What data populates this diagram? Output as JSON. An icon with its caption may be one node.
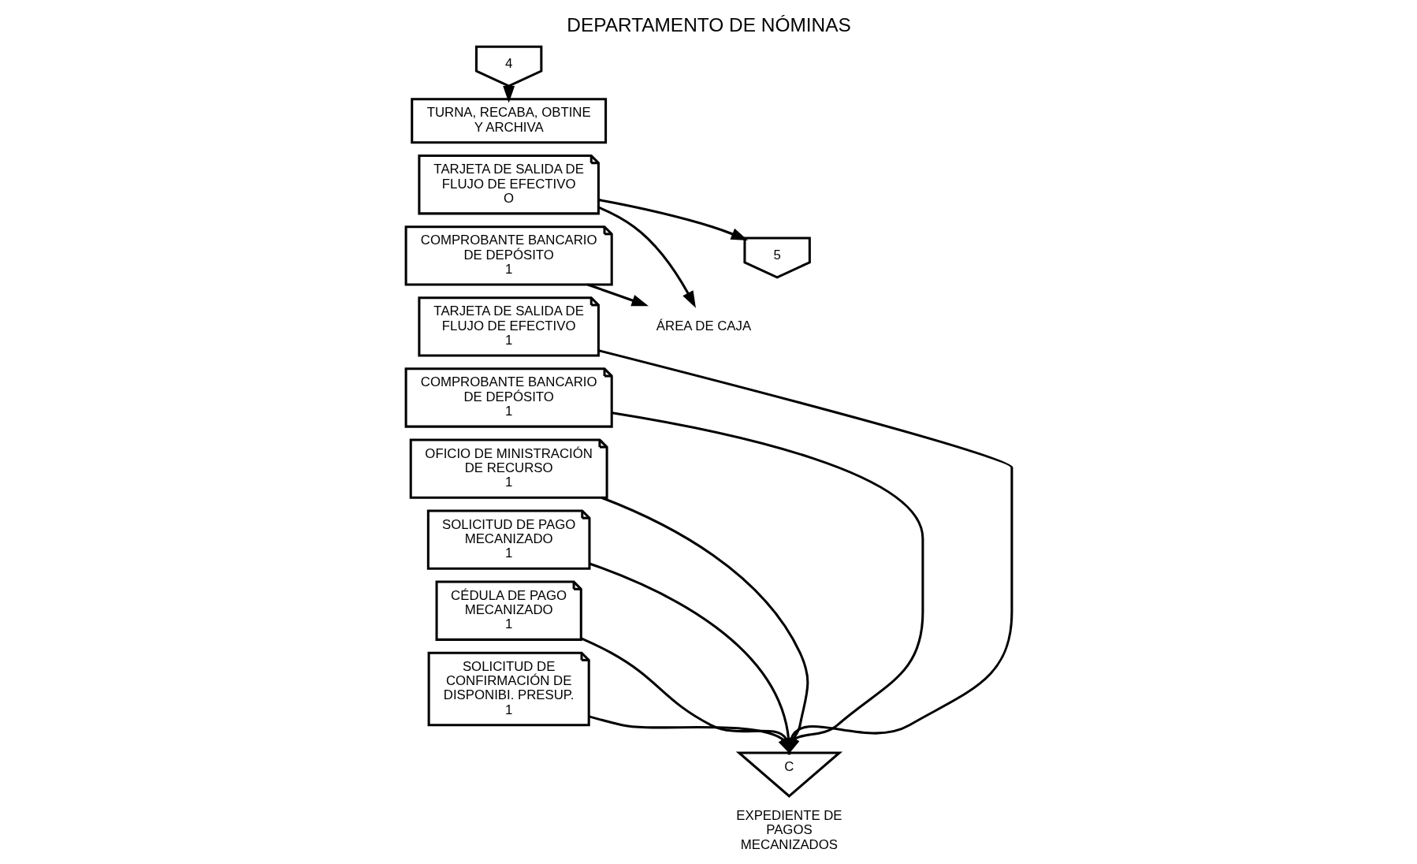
{
  "diagram": {
    "title": "DEPARTAMENTO DE NÓMINAS",
    "nodes": [
      {
        "text": [
          "4"
        ]
      },
      {
        "text": [
          "TURNA, RECABA, OBTINE Y ARCHIVA"
        ]
      },
      {
        "text": [
          "TARJETA DE SALIDA DE FLUJO DE EFECTIVO",
          "O"
        ]
      },
      {
        "text": [
          "COMPROBANTE BANCARIO DE DEPÓSITO",
          "1"
        ]
      },
      {
        "text": [
          "TARJETA DE SALIDA DE FLUJO DE EFECTIVO",
          "1"
        ]
      },
      {
        "text": [
          "COMPROBANTE BANCARIO DE DEPÓSITO",
          "1"
        ]
      },
      {
        "text": [
          "OFICIO DE MINISTRACIÓN DE RECURSO",
          "1"
        ]
      },
      {
        "text": [
          "SOLICITUD DE PAGO MECANIZADO",
          "1"
        ]
      },
      {
        "text": [
          "CÉDULA DE PAGO MECANIZADO",
          "1"
        ]
      },
      {
        "text": [
          "SOLICITUD DE CONFIRMACIÓN DE DISPONIBI. PRESUP.",
          "1"
        ]
      },
      {
        "text": [
          "ÁREA DE CAJA"
        ]
      },
      {
        "text": [
          "C"
        ],
        "beside": [
          "EXPEDIENTE DE PAGOS MECANIZADOS"
        ]
      },
      {
        "text": [
          "5"
        ]
      }
    ],
    "edges": [
      {
        "from": 0,
        "to": 1,
        "arrow": "to"
      },
      {
        "from": 2,
        "to": 10,
        "arrow": "to"
      },
      {
        "from": 3,
        "to": 10,
        "arrow": "to"
      },
      {
        "from": 4,
        "to": 11,
        "arrow": "to"
      },
      {
        "from": 5,
        "to": 11,
        "arrow": "to"
      },
      {
        "from": 6,
        "to": 11,
        "arrow": "to"
      },
      {
        "from": 7,
        "to": 11,
        "arrow": "to"
      },
      {
        "from": 8,
        "to": 11,
        "arrow": "to"
      },
      {
        "from": 9,
        "to": 11,
        "arrow": "to"
      },
      {
        "from": 2,
        "to": 12,
        "arrow": "to"
      }
    ]
  }
}
